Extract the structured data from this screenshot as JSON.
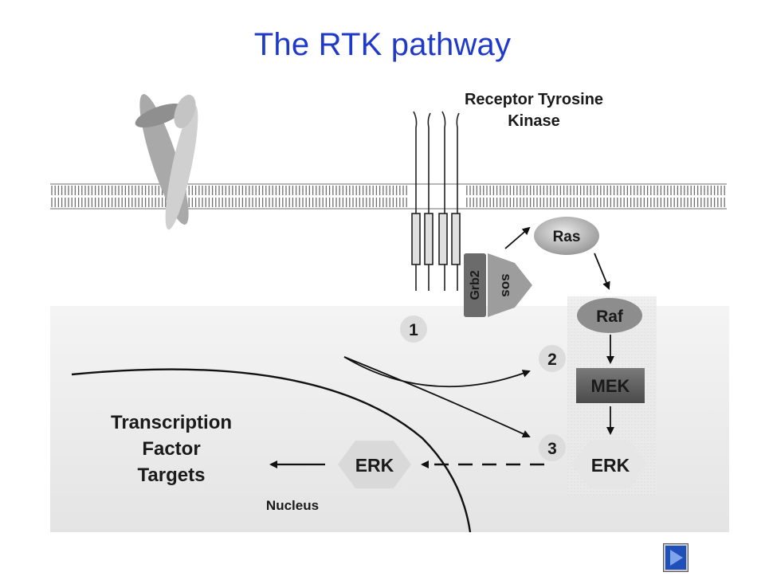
{
  "slide": {
    "title": "The RTK pathway"
  },
  "diagram": {
    "receptor_label_line1": "Receptor Tyrosine",
    "receptor_label_line2": "Kinase",
    "ras": "Ras",
    "raf": "Raf",
    "mek": "MEK",
    "erk_cyto": "ERK",
    "erk_nuclear": "ERK",
    "grb2": "Grb2",
    "sos": "sos",
    "step1": "1",
    "step2": "2",
    "step3": "3",
    "targets_line1": "Transcription",
    "targets_line2": "Factor",
    "targets_line3": "Targets",
    "nucleus": "Nucleus"
  },
  "nav": {
    "next_icon": "play-next-icon"
  }
}
